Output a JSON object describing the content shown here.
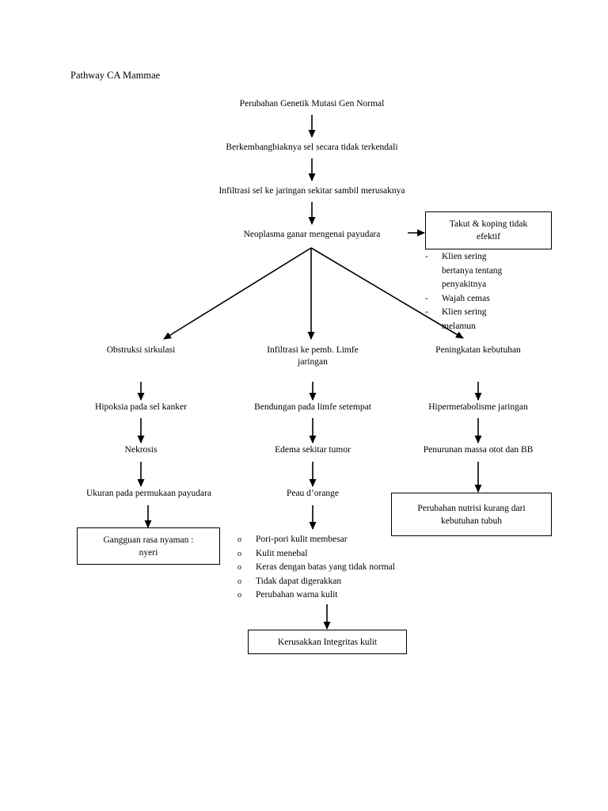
{
  "document": {
    "title": "Pathway CA Mammae"
  },
  "flow": {
    "main_chain": [
      {
        "id": "node-genetic-mutation",
        "label": "Perubahan Genetik Mutasi Gen Normal"
      },
      {
        "id": "node-uncontrolled-proliferation",
        "label": "Berkembangbiaknya sel secara tidak terkendali"
      },
      {
        "id": "node-infiltration",
        "label": "Infiltrasi sel ke jaringan sekitar sambil merusaknya"
      },
      {
        "id": "node-neoplasm",
        "label": "Neoplasma ganar mengenai payudara"
      }
    ],
    "branch_left": [
      {
        "id": "node-obstruksi-sirkulasi",
        "label": "Obstruksi sirkulasi"
      },
      {
        "id": "node-hipoksia",
        "label": "Hipoksia pada sel kanker"
      },
      {
        "id": "node-nekrosis",
        "label": "Nekrosis"
      },
      {
        "id": "node-ukuran-permukaan",
        "label": "Ukuran pada permukaan payudara"
      }
    ],
    "branch_middle": [
      {
        "id": "node-infiltrasi-limfe",
        "label": "Infiltrasi ke pemb. Limfe\njaringan"
      },
      {
        "id": "node-bendungan-limfe",
        "label": "Bendungan pada limfe setempat"
      },
      {
        "id": "node-edema-tumor",
        "label": "Edema sekitar tumor"
      },
      {
        "id": "node-peau-dorange",
        "label": "Peau d’orange"
      }
    ],
    "branch_right": [
      {
        "id": "node-peningkatan-kebutuhan",
        "label": "Peningkatan kebutuhan"
      },
      {
        "id": "node-hipermetabolisme",
        "label": "Hipermetabolisme jaringan"
      },
      {
        "id": "node-penurunan-massa-otot",
        "label": "Penurunan massa otot dan BB"
      }
    ],
    "outcome_boxes": [
      {
        "id": "box-takut-koping",
        "label": "Takut & koping tidak\nefektif"
      },
      {
        "id": "box-gangguan-rasa-nyaman",
        "label": "Gangguan rasa nyaman :\nnyeri"
      },
      {
        "id": "box-perubahan-nutrisi",
        "label": "Perubahan nutrisi kurang dari\nkebutuhan tubuh"
      },
      {
        "id": "box-kerusakkan-integritas",
        "label": "Kerusakkan Integritas kulit"
      }
    ],
    "coping_signs": {
      "marker": "-",
      "items": [
        "Klien sering\nbertanya tentang\npenyakitnya",
        "Wajah cemas",
        "Klien sering\nmelamun"
      ]
    },
    "skin_signs": {
      "marker": "o",
      "items": [
        "Pori-pori kulit membesar",
        "Kulit menebal",
        "Keras dengan batas yang tidak normal",
        "Tidak dapat digerakkan",
        "Perubahan warna kulit"
      ]
    }
  },
  "style": {
    "stroke": "#000000",
    "background": "#ffffff"
  }
}
